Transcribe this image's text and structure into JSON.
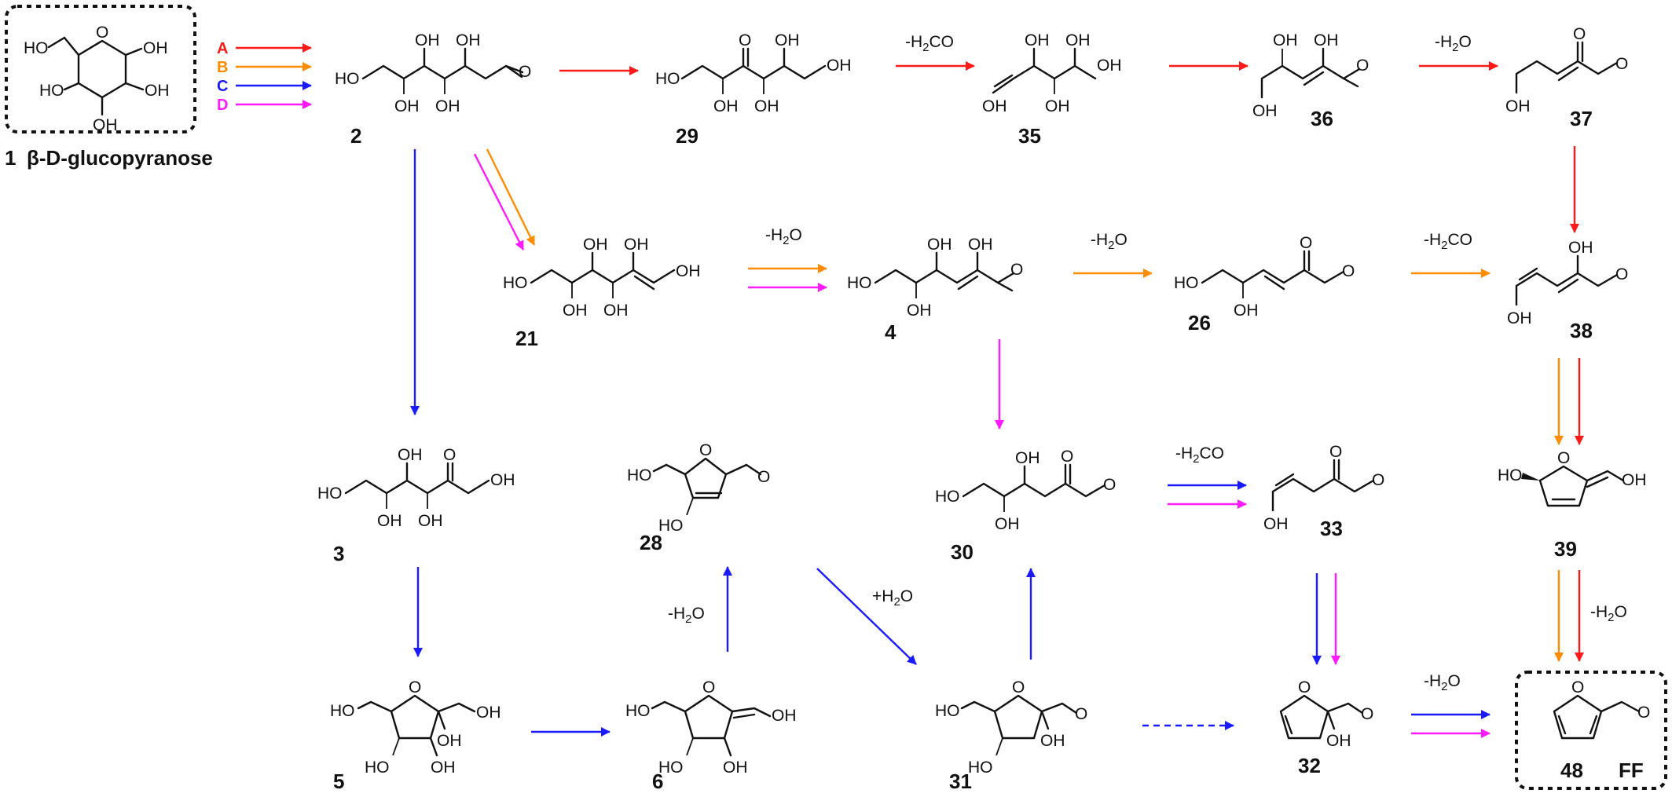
{
  "colors": {
    "A": "#ff1a1a",
    "B": "#ff8c00",
    "C": "#1a1aff",
    "D": "#ff1aff",
    "ink": "#111111"
  },
  "legend": [
    {
      "id": "A",
      "color": "#ff1a1a"
    },
    {
      "id": "B",
      "color": "#ff8c00"
    },
    {
      "id": "C",
      "color": "#1a1aff"
    },
    {
      "id": "D",
      "color": "#ff1aff"
    }
  ],
  "start": {
    "number": "1",
    "name": "β-D-glucopyranose"
  },
  "compounds": {
    "c2": "2",
    "c29": "29",
    "c35": "35",
    "c36": "36",
    "c37": "37",
    "c21": "21",
    "c4": "4",
    "c26": "26",
    "c38": "38",
    "c3": "3",
    "c28": "28",
    "c30": "30",
    "c33": "33",
    "c39": "39",
    "c5": "5",
    "c6": "6",
    "c31": "31",
    "c32": "32",
    "c48": "48",
    "ff": "FF"
  },
  "conditions": {
    "h2co_1": "-H2CO",
    "h2o_1": "-H2O",
    "h2o_2": "-H2O",
    "h2o_3": "-H2O",
    "h2co_2": "-H2CO",
    "h2co_3": "-H2CO",
    "h2o_4": "-H2O",
    "h2o_5": "-H2O",
    "add_h2o": "+H2O",
    "h2o_6": "-H2O"
  },
  "atoms": {
    "OH": "OH",
    "HO": "HO",
    "O": "O"
  }
}
